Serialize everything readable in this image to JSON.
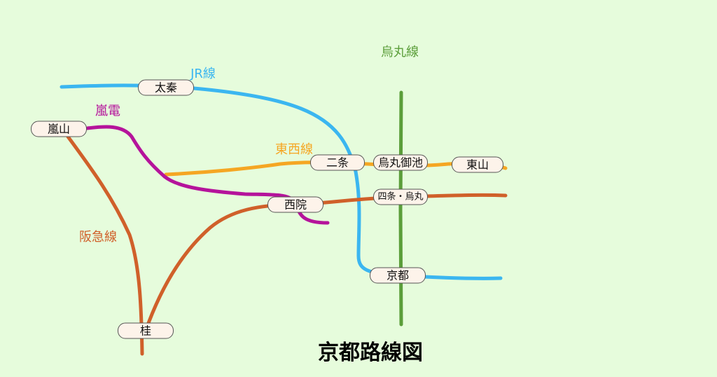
{
  "title": "京都路線図",
  "lines": {
    "jr": {
      "label": "JR線",
      "color": "#3bb6f0"
    },
    "karasuma": {
      "label": "烏丸線",
      "color": "#5b9e3a"
    },
    "randen": {
      "label": "嵐電",
      "color": "#b5139b"
    },
    "tozai": {
      "label": "東西線",
      "color": "#f5a623"
    },
    "hankyu": {
      "label": "阪急線",
      "color": "#d0602a"
    }
  },
  "stations": {
    "uzumasa": "太秦",
    "arashiyama": "嵐山",
    "nijo": "二条",
    "karasuma_oike": "烏丸御池",
    "higashiyama": "東山",
    "sai": "西院",
    "shijo_karasuma": "四条・烏丸",
    "kyoto": "京都",
    "katsura": "桂"
  }
}
